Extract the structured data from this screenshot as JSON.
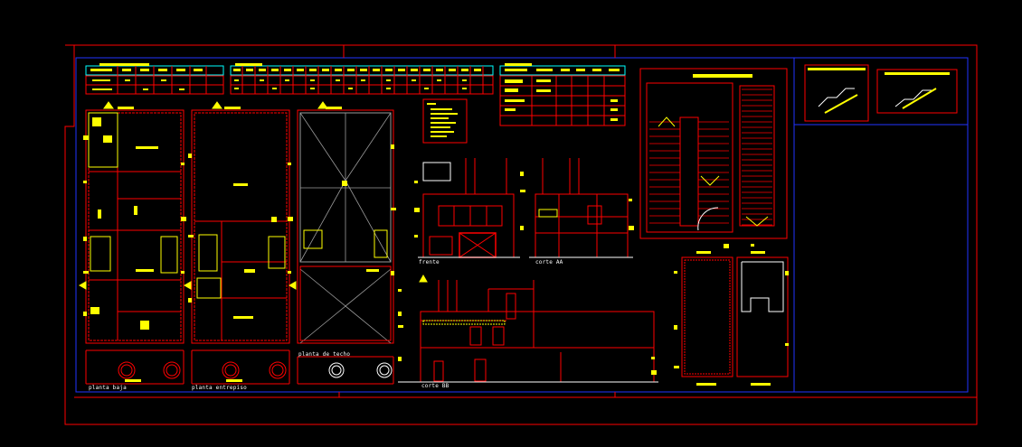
{
  "colors": {
    "background": "#000000",
    "red": "#ff0000",
    "yellow": "#ffff00",
    "white": "#ffffff",
    "blue": "#2233ff",
    "cyan": "#00ffff",
    "gray": "#9a9a9a"
  },
  "labels": {
    "planta_baja": "planta baja",
    "planta_entrepiso": "planta entrepiso",
    "planta_techo": "planta de techo",
    "frente": "frente",
    "corte_aa": "corte AA",
    "corte_bb": "corte BB"
  }
}
